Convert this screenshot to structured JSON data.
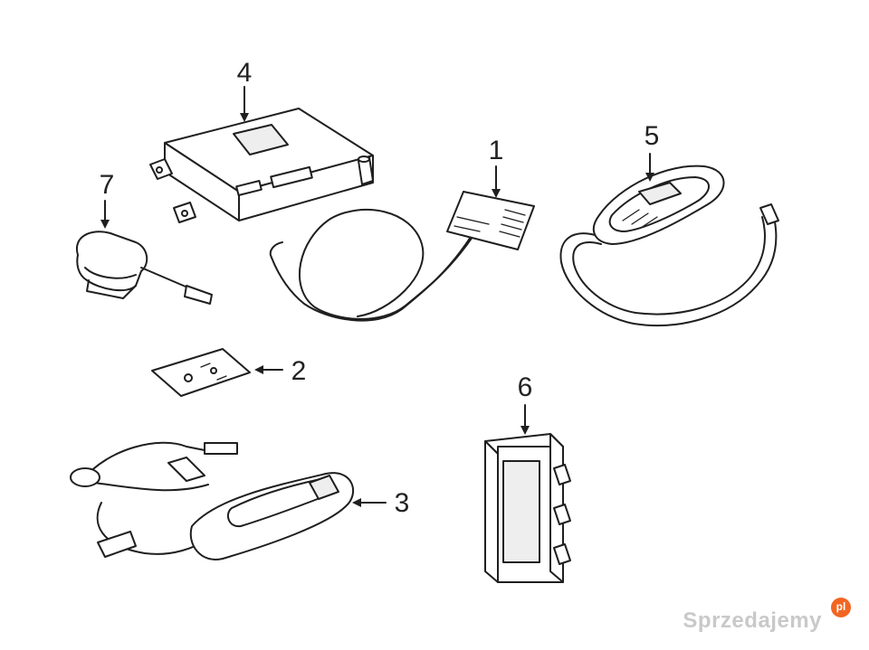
{
  "callouts": {
    "c1": "1",
    "c2": "2",
    "c3": "3",
    "c4": "4",
    "c5": "5",
    "c6": "6",
    "c7": "7"
  },
  "watermark": {
    "text": "Sprzedajemy",
    "badge": "pl",
    "color": "#f26522"
  }
}
